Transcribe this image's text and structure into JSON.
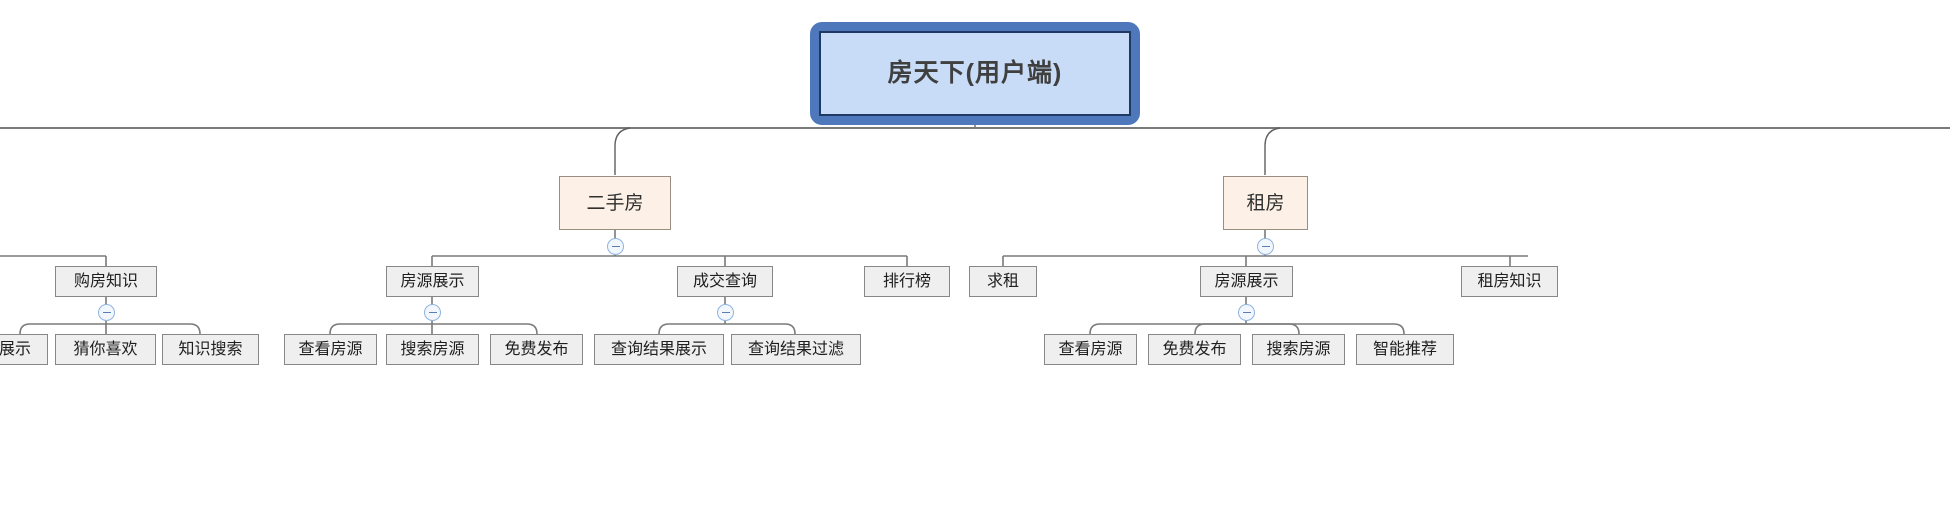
{
  "diagram": {
    "title": "房天下(用户端)",
    "type": "mind-map-tree",
    "toggle_icon": "collapse-minus-icon",
    "colors": {
      "root_fill": "#c9dcf7",
      "root_outer_border": "#4e78bb",
      "root_inner_border": "#1f3864",
      "level2_fill": "#fdf1e7",
      "level2_border": "#9a8d82",
      "node_fill": "#efefef",
      "node_border": "#878787",
      "link": "#7a7a7a",
      "toggle_border": "#8fb3e0"
    },
    "root": {
      "label": "房天下(用户端)"
    },
    "branches": [
      {
        "label": "二手房",
        "collapsed": false,
        "children": [
          {
            "label": "房源展示",
            "collapsed": false,
            "children": [
              {
                "label": "查看房源"
              },
              {
                "label": "搜索房源"
              },
              {
                "label": "免费发布"
              }
            ]
          },
          {
            "label": "成交查询",
            "collapsed": false,
            "children": [
              {
                "label": "查询结果展示"
              },
              {
                "label": "查询结果过滤"
              }
            ]
          },
          {
            "label": "排行榜",
            "children": []
          }
        ]
      },
      {
        "label": "租房",
        "collapsed": false,
        "children": [
          {
            "label": "求租",
            "children": []
          },
          {
            "label": "房源展示",
            "collapsed": false,
            "children": [
              {
                "label": "查看房源"
              },
              {
                "label": "免费发布"
              },
              {
                "label": "搜索房源"
              },
              {
                "label": "智能推荐"
              }
            ]
          },
          {
            "label": "租房知识",
            "children": []
          }
        ]
      }
    ],
    "offscreen_left_branch": {
      "label": "购房知识",
      "collapsed": false,
      "children": [
        {
          "label": "展示"
        },
        {
          "label": "猜你喜欢"
        },
        {
          "label": "知识搜索"
        }
      ]
    }
  }
}
